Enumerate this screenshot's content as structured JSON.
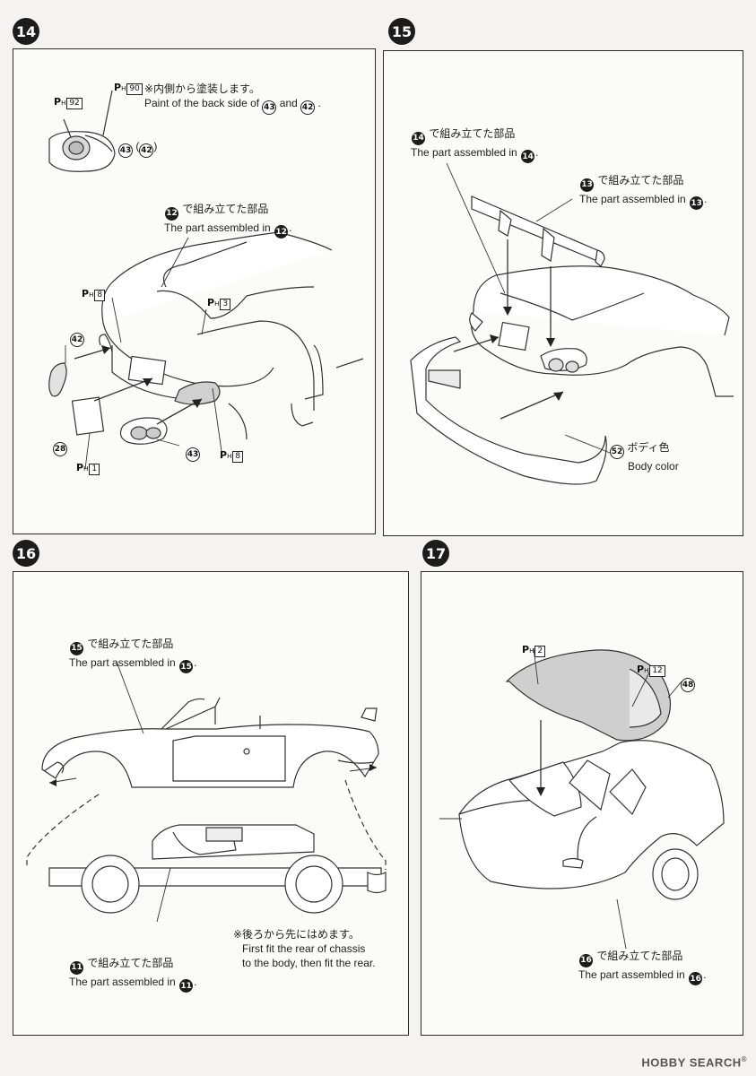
{
  "steps": {
    "s14": {
      "number": "14",
      "paint_note_jp": "※内側から塗装します。",
      "paint_note_en_prefix": "Paint of the back side of",
      "paint_note_en_and": "and",
      "paint_note_en_suffix": ".",
      "parts": {
        "p43": "43",
        "p42": "42",
        "p28": "28"
      },
      "paint_codes": {
        "ph92": "92",
        "ph90": "90",
        "ph8a": "8",
        "ph3": "3",
        "ph8b": "8",
        "ph1": "1"
      },
      "mirror_paren_open": "(",
      "mirror_paren_close": ")",
      "sub_ref": "12",
      "assembled_jp": "で組み立てた部品",
      "assembled_en": "The part assembled in",
      "assembled_suffix": "."
    },
    "s15": {
      "number": "15",
      "ref_a": "14",
      "ref_b": "13",
      "assembled_jp": "で組み立てた部品",
      "assembled_en": "The part assembled in",
      "assembled_suffix": ".",
      "part52": "52",
      "body_color_jp": "ボディ色",
      "body_color_en": "Body color"
    },
    "s16": {
      "number": "16",
      "ref_a": "15",
      "ref_b": "11",
      "assembled_jp": "で組み立てた部品",
      "assembled_en": "The part assembled in",
      "assembled_suffix": ".",
      "note_jp": "※後ろから先にはめます。",
      "note_en_1": "First fit the rear of chassis",
      "note_en_2": "to the body, then fit the rear."
    },
    "s17": {
      "number": "17",
      "ref": "16",
      "assembled_jp": "で組み立てた部品",
      "assembled_en": "The part assembled in",
      "assembled_suffix": ".",
      "paint_codes": {
        "ph2": "2",
        "ph12": "12"
      },
      "part48": "48"
    }
  },
  "ph_label": {
    "p": "P",
    "h": "H"
  },
  "watermark": {
    "brand": "HOBBY SEARCH",
    "reg": "®"
  }
}
